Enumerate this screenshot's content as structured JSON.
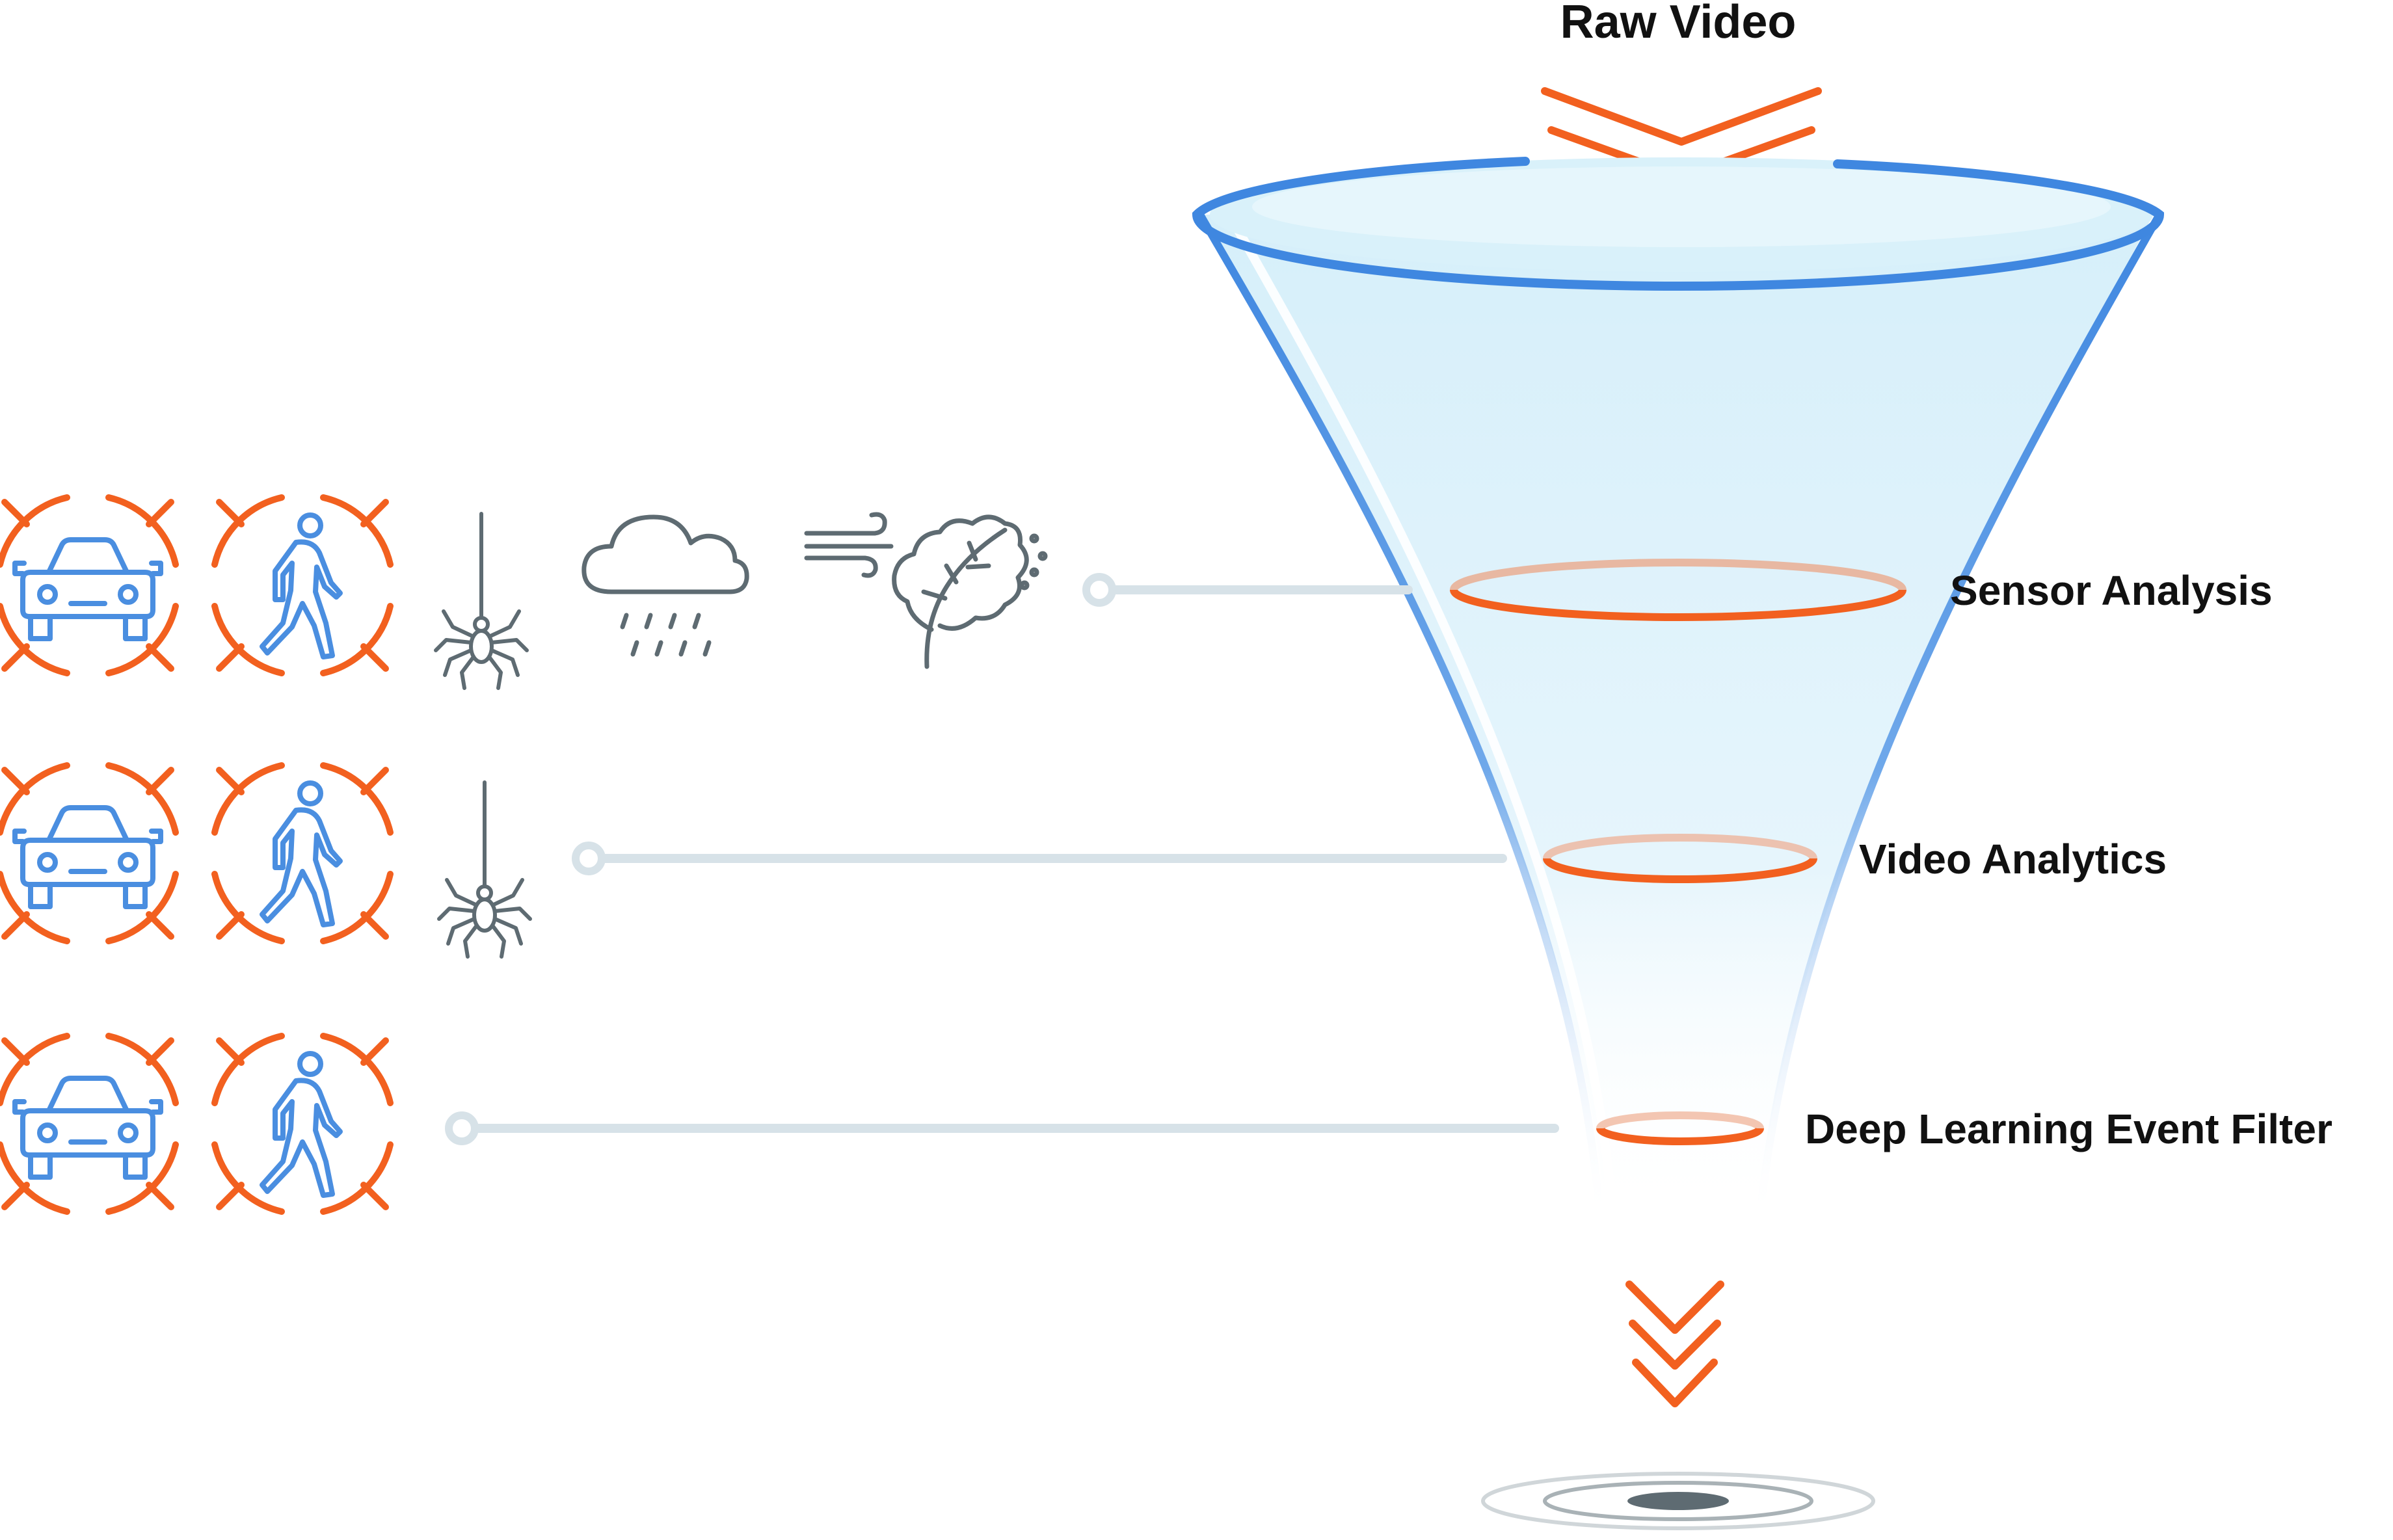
{
  "title": "Raw Video",
  "stages": [
    {
      "label": "Sensor Analysis",
      "icons": [
        "car-target-icon",
        "pedestrian-target-icon",
        "spider-icon",
        "rain-cloud-icon",
        "wind-leaf-icon"
      ]
    },
    {
      "label": "Video Analytics",
      "icons": [
        "car-target-icon",
        "pedestrian-target-icon",
        "spider-icon"
      ]
    },
    {
      "label": "Deep Learning Event Filter",
      "icons": [
        "car-target-icon",
        "pedestrian-target-icon"
      ]
    }
  ],
  "colors": {
    "funnel_outline": "#3F87E0",
    "funnel_fill": "#D9F1FA",
    "filter_ring": "#F2601F",
    "connector": "#D7E2E8",
    "icon_blue": "#4A8EE0",
    "icon_gray": "#5E6B72"
  }
}
